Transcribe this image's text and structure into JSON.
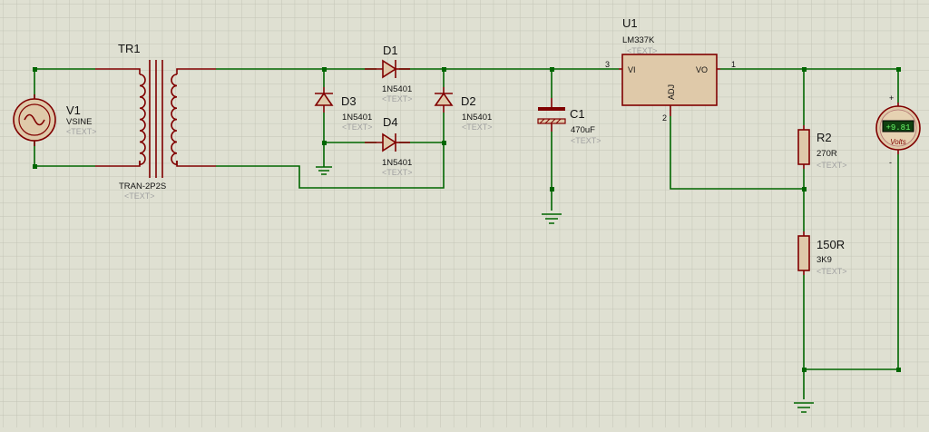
{
  "components": {
    "v1": {
      "ref": "V1",
      "value": "VSINE",
      "text": "<TEXT>"
    },
    "tr1": {
      "ref": "TR1",
      "value": "TRAN-2P2S",
      "text": "<TEXT>"
    },
    "d1": {
      "ref": "D1",
      "value": "1N5401",
      "text": "<TEXT>"
    },
    "d2": {
      "ref": "D2",
      "value": "1N5401",
      "text": "<TEXT>"
    },
    "d3": {
      "ref": "D3",
      "value": "1N5401",
      "text": "<TEXT>"
    },
    "d4": {
      "ref": "D4",
      "value": "1N5401",
      "text": "<TEXT>"
    },
    "c1": {
      "ref": "C1",
      "value": "470uF",
      "text": "<TEXT>"
    },
    "u1": {
      "ref": "U1",
      "value": "LM337K",
      "text": "<TEXT>",
      "pin_vi": "VI",
      "pin_vo": "VO",
      "pin_adj": "ADJ",
      "pin_num_vi": "3",
      "pin_num_vo": "1",
      "pin_num_adj": "2"
    },
    "r2": {
      "ref": "R2",
      "value": "270R",
      "text": "<TEXT>"
    },
    "r150": {
      "ref": "150R",
      "value": "3K9",
      "text": "<TEXT>"
    },
    "voltmeter": {
      "reading": "+9.81",
      "unit": "Volts",
      "plus": "+",
      "minus": "-"
    }
  },
  "colors": {
    "background": "#dfe0d2",
    "wire": "#006600",
    "component": "#800000",
    "meter_display": "#1c6e1c"
  }
}
